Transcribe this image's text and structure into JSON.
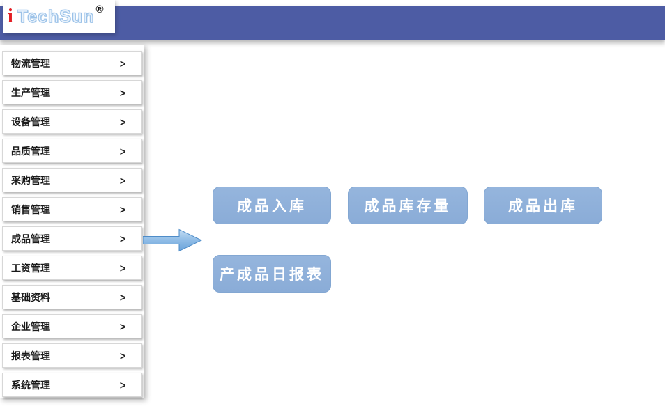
{
  "header": {
    "logo": {
      "icon_letter": "i",
      "brand": "TechSun",
      "registered": "®"
    },
    "bar_color": "#4d5ca4"
  },
  "sidebar": {
    "chevron": ">",
    "items": [
      {
        "label": "物流管理"
      },
      {
        "label": "生产管理"
      },
      {
        "label": "设备管理"
      },
      {
        "label": "品质管理"
      },
      {
        "label": "采购管理"
      },
      {
        "label": "销售管理"
      },
      {
        "label": "成品管理"
      },
      {
        "label": "工资管理"
      },
      {
        "label": "基础资料"
      },
      {
        "label": "企业管理"
      },
      {
        "label": "报表管理"
      },
      {
        "label": "系统管理"
      }
    ]
  },
  "main": {
    "button_color": "#8fb0da",
    "arrow_color": "#7fb2e0",
    "buttons": [
      {
        "label": "成品入库"
      },
      {
        "label": "成品库存量"
      },
      {
        "label": "成品出库"
      },
      {
        "label": "产成品日报表"
      }
    ]
  }
}
